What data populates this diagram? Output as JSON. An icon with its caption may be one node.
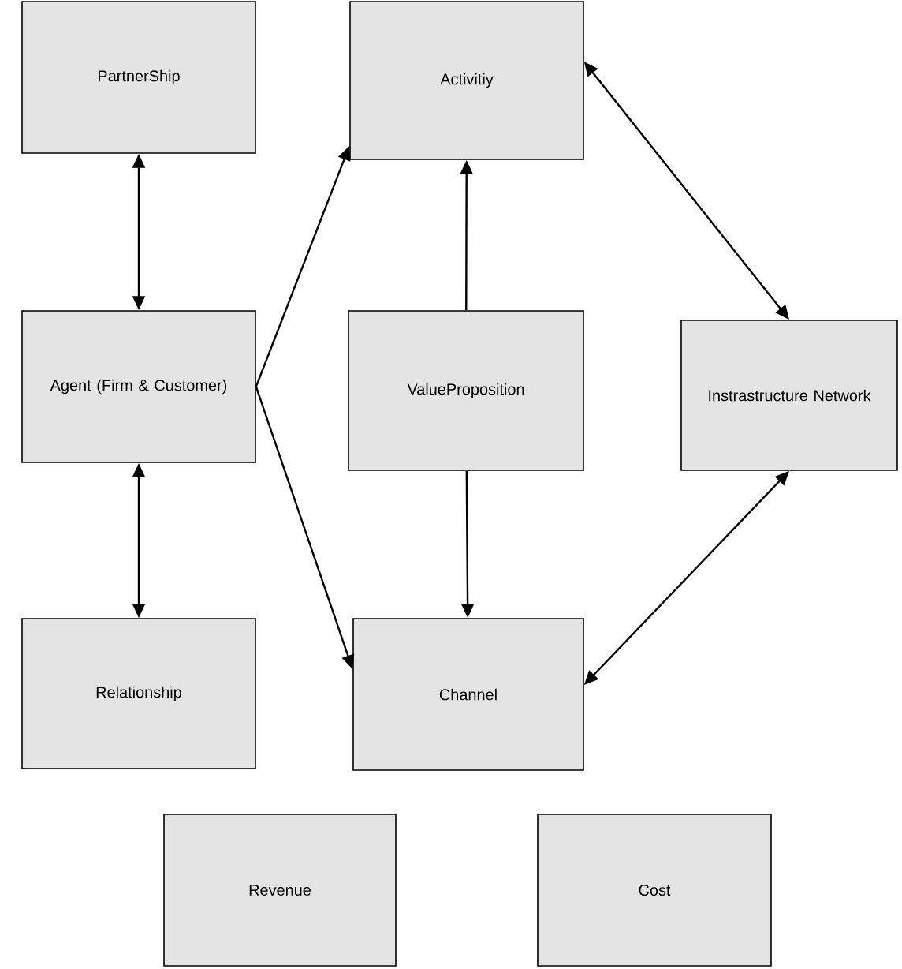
{
  "diagram": {
    "nodes": [
      {
        "text": [
          "PartnerShip"
        ]
      },
      {
        "text": [
          "Activitiy"
        ]
      },
      {
        "text": [
          "Agent (Firm & Customer)"
        ]
      },
      {
        "text": [
          "ValueProposition"
        ]
      },
      {
        "text": [
          "Instrastructure Network"
        ]
      },
      {
        "text": [
          "Relationship"
        ]
      },
      {
        "text": [
          "Channel"
        ]
      },
      {
        "text": [
          "Revenue"
        ]
      },
      {
        "text": [
          "Cost"
        ]
      }
    ],
    "edges": [
      {
        "from": 0,
        "to": 2,
        "arrow": "both"
      },
      {
        "from": 2,
        "to": 1,
        "arrow": "to"
      },
      {
        "from": 2,
        "to": 6,
        "arrow": "to"
      },
      {
        "from": 2,
        "to": 5,
        "arrow": "both"
      },
      {
        "from": 3,
        "to": 1,
        "arrow": "to"
      },
      {
        "from": 3,
        "to": 6,
        "arrow": "to"
      },
      {
        "from": 1,
        "to": 4,
        "arrow": "both"
      },
      {
        "from": 6,
        "to": 4,
        "arrow": "both"
      }
    ]
  }
}
